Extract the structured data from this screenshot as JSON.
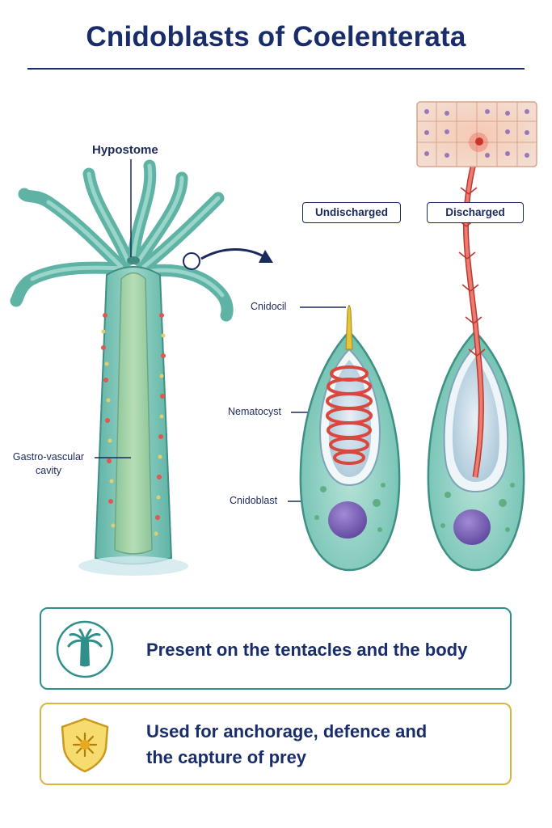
{
  "title": "Cnidoblasts of Coelenterata",
  "labels": {
    "hypostome": "Hypostome",
    "gastro_line1": "Gastro-vascular",
    "gastro_line2": "cavity",
    "cnidocil": "Cnidocil",
    "nematocyst": "Nematocyst",
    "cnidoblast": "Cnidoblast"
  },
  "tags": {
    "undischarged": "Undischarged",
    "discharged": "Discharged"
  },
  "cards": [
    {
      "text": "Present on the tentacles and the body",
      "icon": "hydra-icon",
      "accent": "#2f8f8a"
    },
    {
      "line1": "Used for anchorage, defence and",
      "line2": "the capture of prey",
      "icon": "shield-icon",
      "accent": "#d8b63e"
    }
  ],
  "colors": {
    "title": "#1a2d6b",
    "body_teal": "#7cc5b6",
    "cavity_green": "#a9d3a3",
    "thread_red": "#e0574f",
    "nucleus_purple": "#7b62b8"
  }
}
